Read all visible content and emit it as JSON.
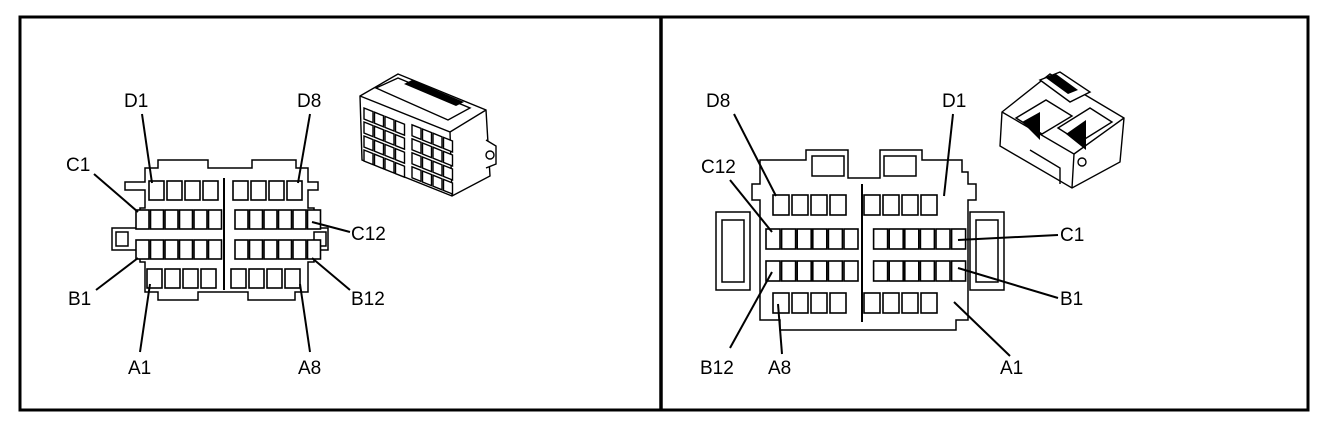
{
  "panels": [
    {
      "id": "left",
      "labels": {
        "d_first": "D1",
        "d_last": "D8",
        "c_first": "C1",
        "c_last": "C12",
        "b_first": "B1",
        "b_last": "B12",
        "a_first": "A1",
        "a_last": "A8"
      }
    },
    {
      "id": "right",
      "labels": {
        "d_first": "D8",
        "d_last": "D1",
        "c_first": "C12",
        "c_last": "C1",
        "b_first": "B1",
        "b_last": "B12",
        "a_first": "A8",
        "a_last": "A1"
      }
    }
  ]
}
